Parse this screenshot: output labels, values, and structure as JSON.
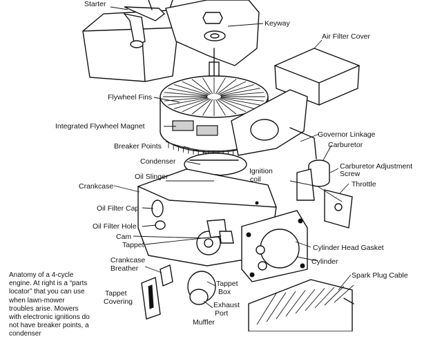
{
  "labels": {
    "starter": "Starter",
    "keyway": "Keyway",
    "air_filter_cover": "Air Filter Cover",
    "flywheel_fins": "Flywheel Fins",
    "integrated_flywheel_magnet": "Integrated Flywheel Magnet",
    "governor_linkage": "Governor Linkage",
    "carburetor": "Carburetor",
    "breaker_points": "Breaker Points",
    "condenser": "Condenser",
    "ignition": "Ignition",
    "coil": "coil",
    "carburetor_adjustment": "Carburetor Adjustment",
    "screw": "Screw",
    "oil_slinger": "Oil Slinger",
    "throttle": "Throttle",
    "crankcase": "Crankcase",
    "oil_filter_cap": "Oil Filter Cap",
    "oil_filter_hole": "Oil Filter Hole",
    "cam": "Cam",
    "tappet": "Tappet",
    "cylinder_head_gasket": "Cylinder Head Gasket",
    "crankcase_breather_1": "Crankcase",
    "crankcase_breather_2": "Breather",
    "cylinder": "Cylinder",
    "spark_plug_cable": "Spark Plug Cable",
    "tappet_box_1": "Tappet",
    "tappet_box_2": "Box",
    "tappet_covering_1": "Tappet",
    "tappet_covering_2": "Covering",
    "exhaust_port_1": "Exhaust",
    "exhaust_port_2": "Port",
    "muffler": "Muffler"
  },
  "caption": "Anatomy of a 4-cycle engine. At right is a “parts locator” that you can use when lawn-mower troubles arise. Mowers with electronic ignitions do not have breaker points, a condenser"
}
